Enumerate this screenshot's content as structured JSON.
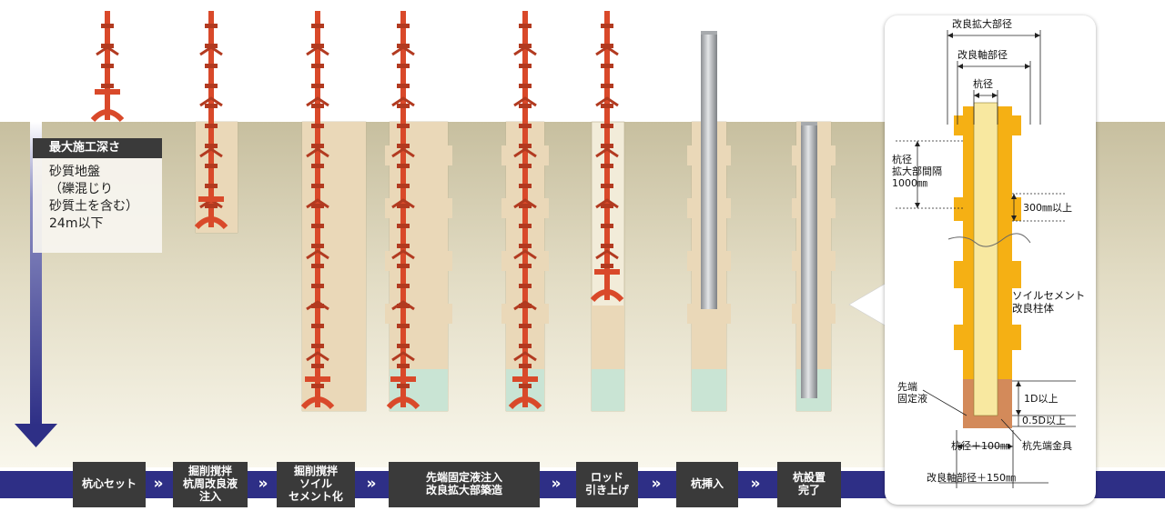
{
  "depth_note": {
    "title": "最大施工深さ",
    "lines": [
      "砂質地盤",
      "（礫混じり",
      "砂質土を含む）",
      "24m以下"
    ]
  },
  "steps": [
    {
      "lines": [
        "杭心セット"
      ]
    },
    {
      "lines": [
        "掘削撹拌",
        "杭周改良液",
        "注入"
      ]
    },
    {
      "lines": [
        "掘削撹拌",
        "ソイル",
        "セメント化"
      ]
    },
    {
      "lines": [
        "先端固定液注入",
        "改良拡大部築造"
      ]
    },
    {
      "lines": [
        "ロッド",
        "引き上げ"
      ]
    },
    {
      "lines": [
        "杭挿入"
      ]
    },
    {
      "lines": [
        "杭設置",
        "完了"
      ]
    }
  ],
  "chevron_glyph": "»",
  "detail": {
    "improved_enlarged_diameter": "改良拡大部径",
    "improved_shaft_diameter": "改良軸部径",
    "pile_diameter": "杭径",
    "enlarged_spacing": [
      "杭径",
      "拡大部間隔",
      "1000㎜"
    ],
    "enlarged_height": "300㎜以上",
    "soil_cement_body": [
      "ソイルセメント",
      "改良柱体"
    ],
    "tip_fixing_liquid": [
      "先端",
      "固定液"
    ],
    "tip_length_1": "1D以上",
    "tip_length_2": "0.5D以上",
    "pile_plus_100": "杭径＋100㎜",
    "pile_tip_fitting": "杭先端金具",
    "shaft_plus_150": "改良軸部径＋150㎜"
  },
  "colors": {
    "ground_top": "#cbc3a4",
    "ground_bottom": "#f8f6ea",
    "soil_cement": "#ead8b8",
    "tip_liquid": "#c9e4d4",
    "rod": "#d9492a",
    "pile": "#b3b6b9",
    "arrow": "#2e2f86",
    "band": "#2e2f86",
    "step_box": "#3a3a3a",
    "panel_column": "#f5b014",
    "panel_tip": "#d38a5a"
  }
}
